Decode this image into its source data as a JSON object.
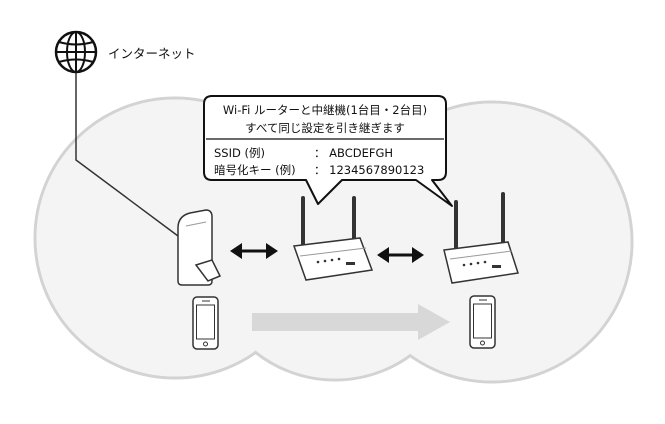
{
  "internet": {
    "label": "インターネット",
    "icon": "globe-icon"
  },
  "callout": {
    "line1": "Wi-Fi ルーターと中継機(1台目・2台目)",
    "line2": "すべて同じ設定を引き継ぎます",
    "ssid_label": "SSID (例)",
    "ssid_value": "： ABCDEFGH",
    "key_label": "暗号化キー (例)",
    "key_value": "： 1234567890123"
  },
  "devices": {
    "router": "router-icon",
    "repeater_1": "repeater-icon",
    "repeater_2": "repeater-icon",
    "phone_1": "smartphone-icon",
    "phone_2": "smartphone-icon"
  },
  "colors": {
    "coverage_fill": "#f4f4f4",
    "coverage_stroke": "#d3d3d3",
    "outline": "#333333",
    "movement_arrow": "#d8d8d8"
  }
}
